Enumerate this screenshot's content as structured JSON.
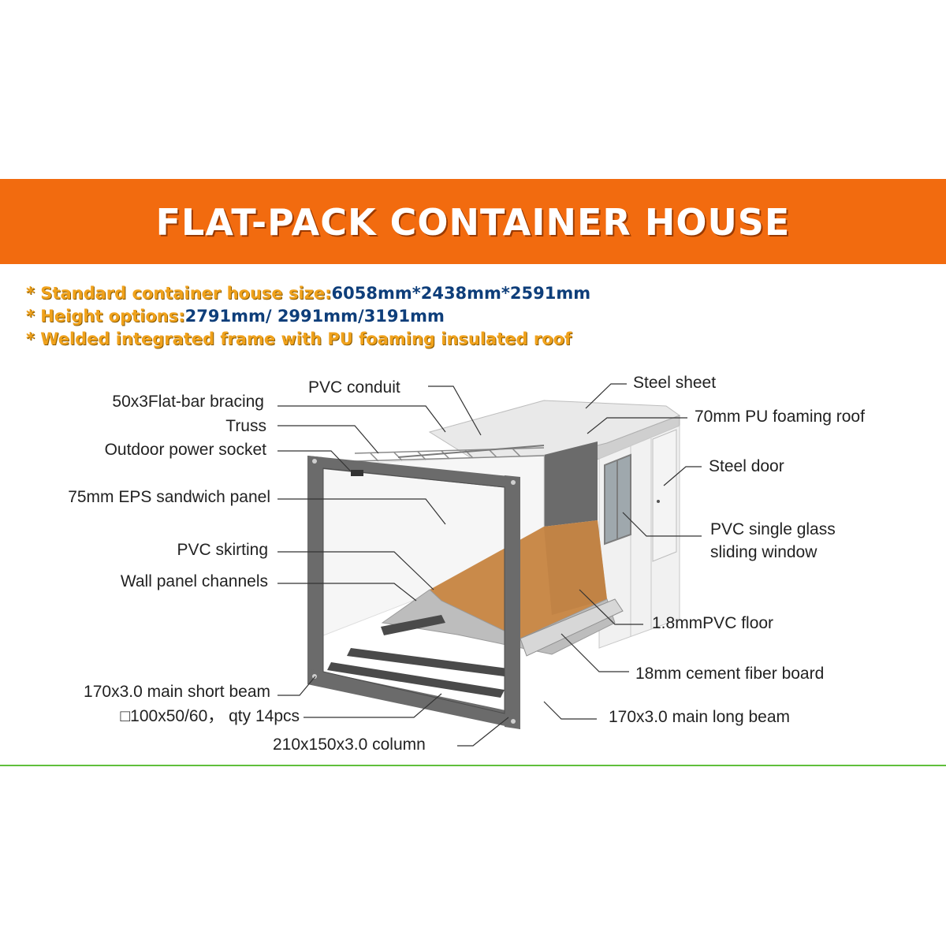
{
  "title": "FLAT-PACK CONTAINER HOUSE",
  "specs": [
    {
      "label": "Standard container house size:",
      "value": "6058mm*2438mm*2591mm"
    },
    {
      "label": "Height options:",
      "value": "2791mm/ 2991mm/3191mm"
    },
    {
      "label": "Welded integrated frame with PU foaming insulated roof",
      "value": ""
    }
  ],
  "labels": {
    "flat_bar_bracing": "50x3Flat-bar bracing",
    "truss": "Truss",
    "outdoor_power_socket": "Outdoor power socket",
    "eps_sandwich_panel": "75mm EPS sandwich panel",
    "pvc_skirting": "PVC skirting",
    "wall_panel_channels": "Wall panel channels",
    "main_short_beam": "170x3.0 main short beam",
    "secondary_beam": "□100x50/60， qty 14pcs",
    "column": "210x150x3.0 column",
    "pvc_conduit": "PVC conduit",
    "steel_sheet": "Steel sheet",
    "pu_foaming_roof": "70mm PU foaming roof",
    "steel_door": "Steel door",
    "window_line1": "PVC single glass",
    "window_line2": "sliding window",
    "pvc_floor": "1.8mmPVC floor",
    "cement_fiber_board": "18mm cement fiber board",
    "main_long_beam": "170x3.0 main long beam"
  },
  "colors": {
    "banner": "#f26b0f",
    "spec_label": "#f0a21c",
    "spec_value": "#0e3e7a",
    "frame": "#6b6b6b",
    "floor": "#c98a4a",
    "divider": "#5fbf3c"
  }
}
